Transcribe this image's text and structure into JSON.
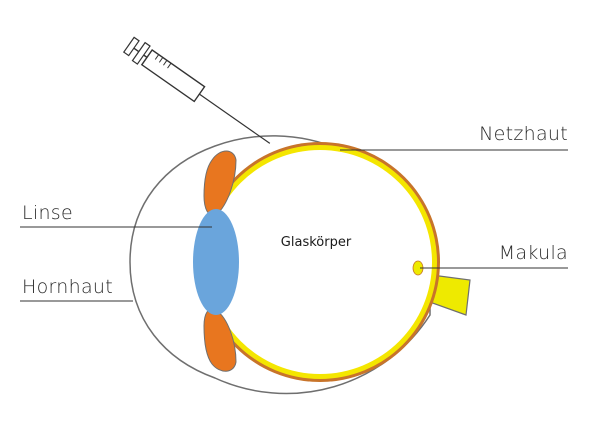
{
  "labels": {
    "netzhaut": "Netzhaut",
    "linse": "Linse",
    "makula": "Makula",
    "hornhaut": "Hornhaut",
    "glaskoerper": "Glaskörper"
  },
  "colors": {
    "outline": "#6f6f6f",
    "retina_orange": "#c8742a",
    "retina_yellow": "#f4e600",
    "lens_blue": "#6aa5dc",
    "ciliary_orange": "#e8761f",
    "optic_nerve_yellow": "#eeea00",
    "leader_line": "#333333"
  }
}
